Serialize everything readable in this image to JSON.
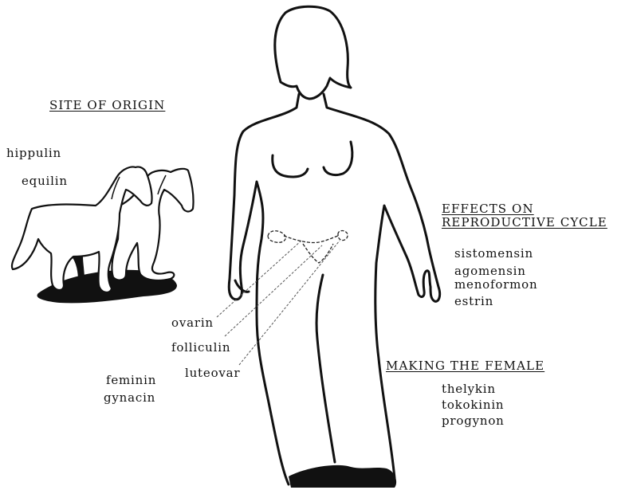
{
  "headings": {
    "site_of_origin": "SITE OF ORIGIN",
    "effects_line1": "EFFECTS ON",
    "effects_line2": "REPRODUCTIVE CYCLE",
    "making_female": "MAKING THE FEMALE"
  },
  "labels": {
    "hippulin": "hippulin",
    "equilin": "equilin",
    "ovarin": "ovarin",
    "folliculin": "folliculin",
    "luteovar": "luteovar",
    "feminin": "feminin",
    "gynacin": "gynacin",
    "sistomensin": "sistomensin",
    "agomensin": "agomensin",
    "menoformon": "menoformon",
    "estrin": "estrin",
    "thelykin": "thelykin",
    "tokokinin": "tokokinin",
    "progynon": "progynon"
  }
}
